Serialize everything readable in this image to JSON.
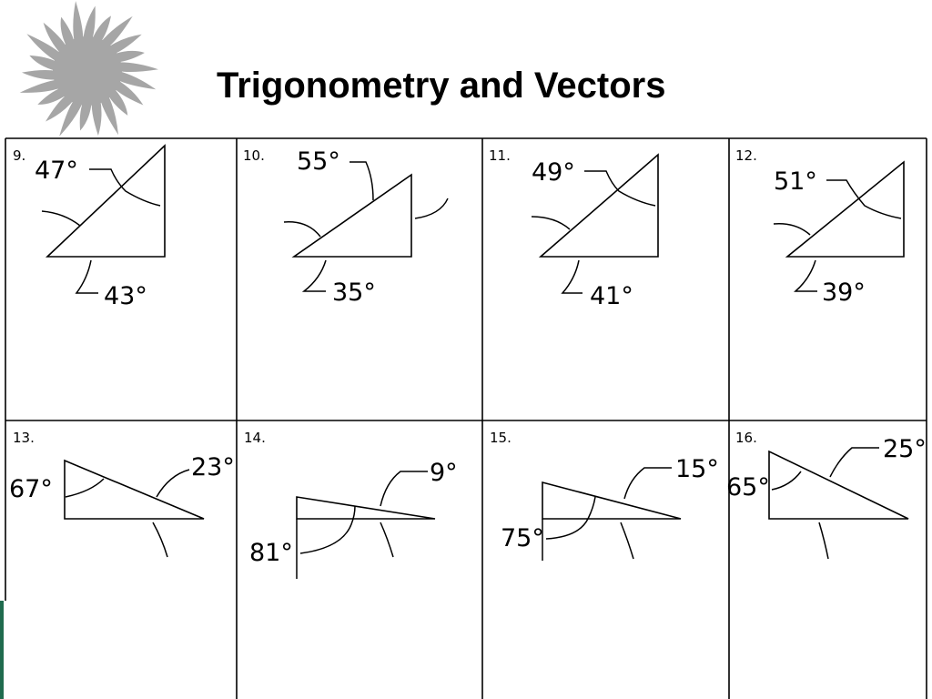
{
  "title": "Trigonometry and Vectors",
  "problems": [
    {
      "number": "9.",
      "angle_a": "47°",
      "angle_b": "43°"
    },
    {
      "number": "10.",
      "angle_a": "55°",
      "angle_b": "35°"
    },
    {
      "number": "11.",
      "angle_a": "49°",
      "angle_b": "41°"
    },
    {
      "number": "12.",
      "angle_a": "51°",
      "angle_b": "39°"
    },
    {
      "number": "13.",
      "angle_a": "67°",
      "angle_b": "23°"
    },
    {
      "number": "14.",
      "angle_a": "81°",
      "angle_b": "9°"
    },
    {
      "number": "15.",
      "angle_a": "75°",
      "angle_b": "15°"
    },
    {
      "number": "16.",
      "angle_a": "65°",
      "angle_b": "25°"
    }
  ],
  "colors": {
    "sun": "#a6a6a6",
    "accent": "#1f6b4e",
    "lines": "#000000"
  },
  "icons": {
    "logo": "sun-burst-icon"
  }
}
